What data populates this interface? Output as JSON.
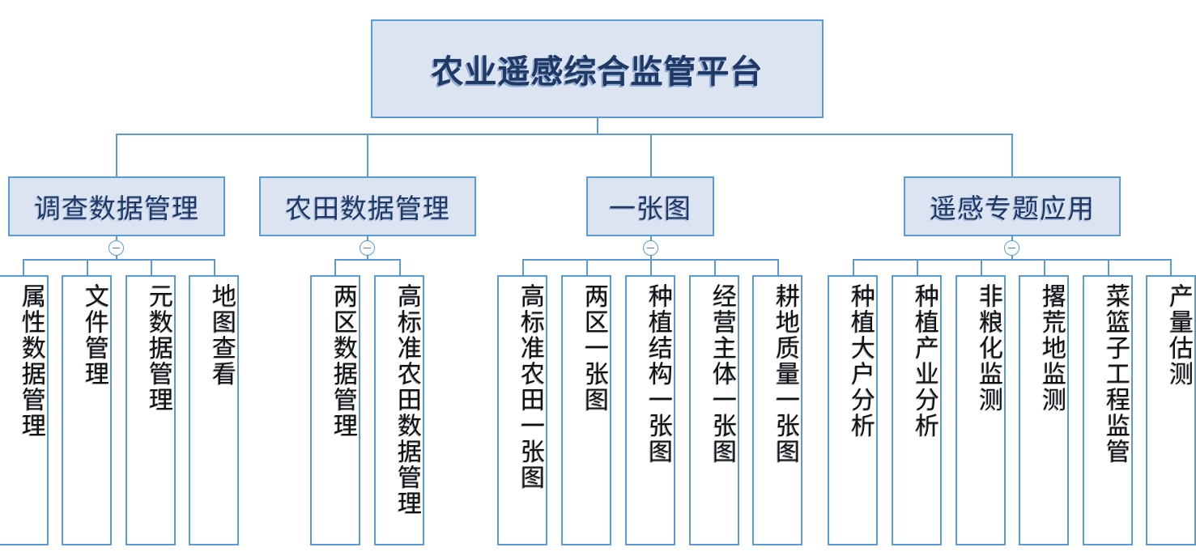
{
  "diagram": {
    "type": "org-chart",
    "title": "农业遥感综合监管平台",
    "collapse_icon": "minus-circle-icon",
    "colors": {
      "node_fill": "#dce3f1",
      "node_border": "#5b9bd5",
      "root_text": "#1f3864",
      "leaf_fill": "#ffffff",
      "leaf_text": "#111111",
      "connector": "#5b9bd5"
    },
    "root": {
      "label": "农业遥感综合监管平台"
    },
    "branches": [
      {
        "label": "调查数据管理",
        "children": [
          {
            "label": "属性数据管理"
          },
          {
            "label": "文件管理"
          },
          {
            "label": "元数据管理"
          },
          {
            "label": "地图查看"
          }
        ]
      },
      {
        "label": "农田数据管理",
        "children": [
          {
            "label": "两区数据管理"
          },
          {
            "label": "高标准农田数据管理"
          }
        ]
      },
      {
        "label": "一张图",
        "children": [
          {
            "label": "高标准农田一张图"
          },
          {
            "label": "两区一张图"
          },
          {
            "label": "种植结构一张图"
          },
          {
            "label": "经营主体一张图"
          },
          {
            "label": "耕地质量一张图"
          }
        ]
      },
      {
        "label": "遥感专题应用",
        "children": [
          {
            "label": "种植大户分析"
          },
          {
            "label": "种植产业分析"
          },
          {
            "label": "非粮化监测"
          },
          {
            "label": "撂荒地监测"
          },
          {
            "label": "菜篮子工程监管"
          },
          {
            "label": "产量估测"
          }
        ]
      }
    ]
  }
}
